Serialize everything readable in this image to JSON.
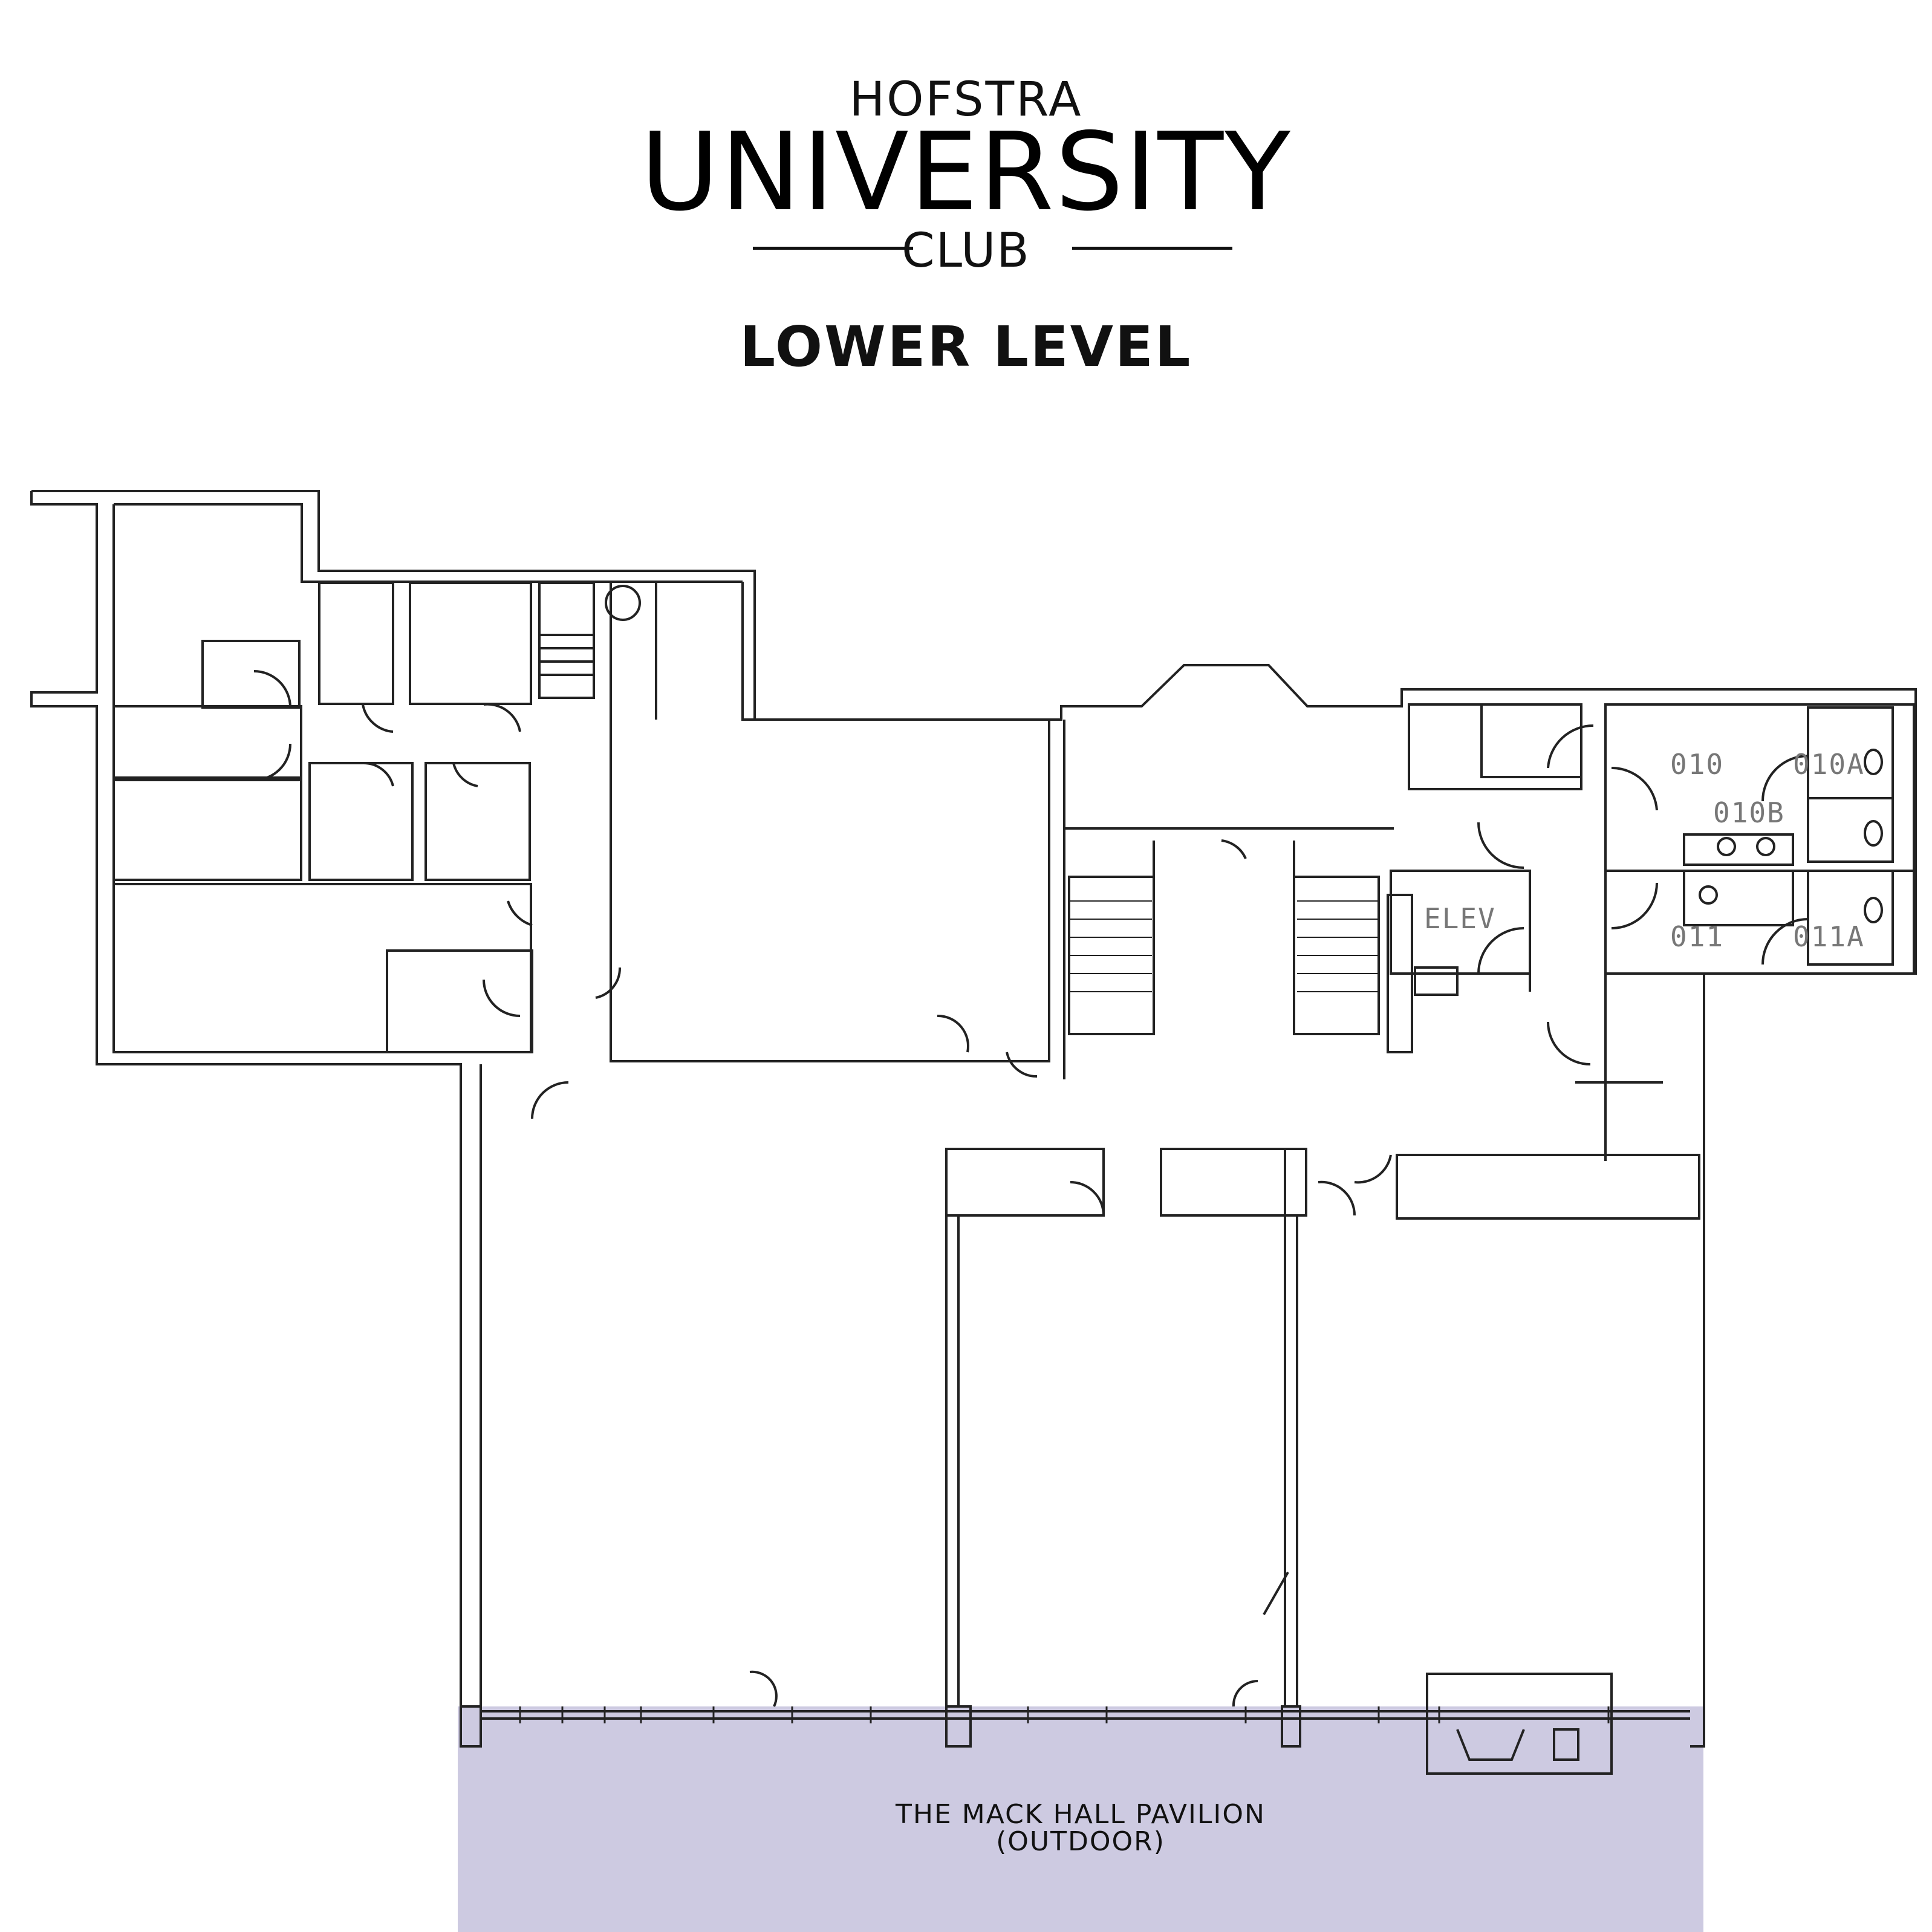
{
  "logo": {
    "line1": "HOFSTRA",
    "line2": "UNIVERSITY",
    "line3": "CLUB"
  },
  "level_title": "LOWER LEVEL",
  "rooms": {
    "r010": "010",
    "r010a": "010A",
    "r010b": "010B",
    "r011": "011",
    "r011a": "011A",
    "elev": "ELEV"
  },
  "pavilion": {
    "line1": "THE MACK HALL PAVILION",
    "line2": "(OUTDOOR)"
  },
  "colors": {
    "pavilion_fill": "#cdcae1",
    "walls": "#222222",
    "labels": "#777777"
  }
}
